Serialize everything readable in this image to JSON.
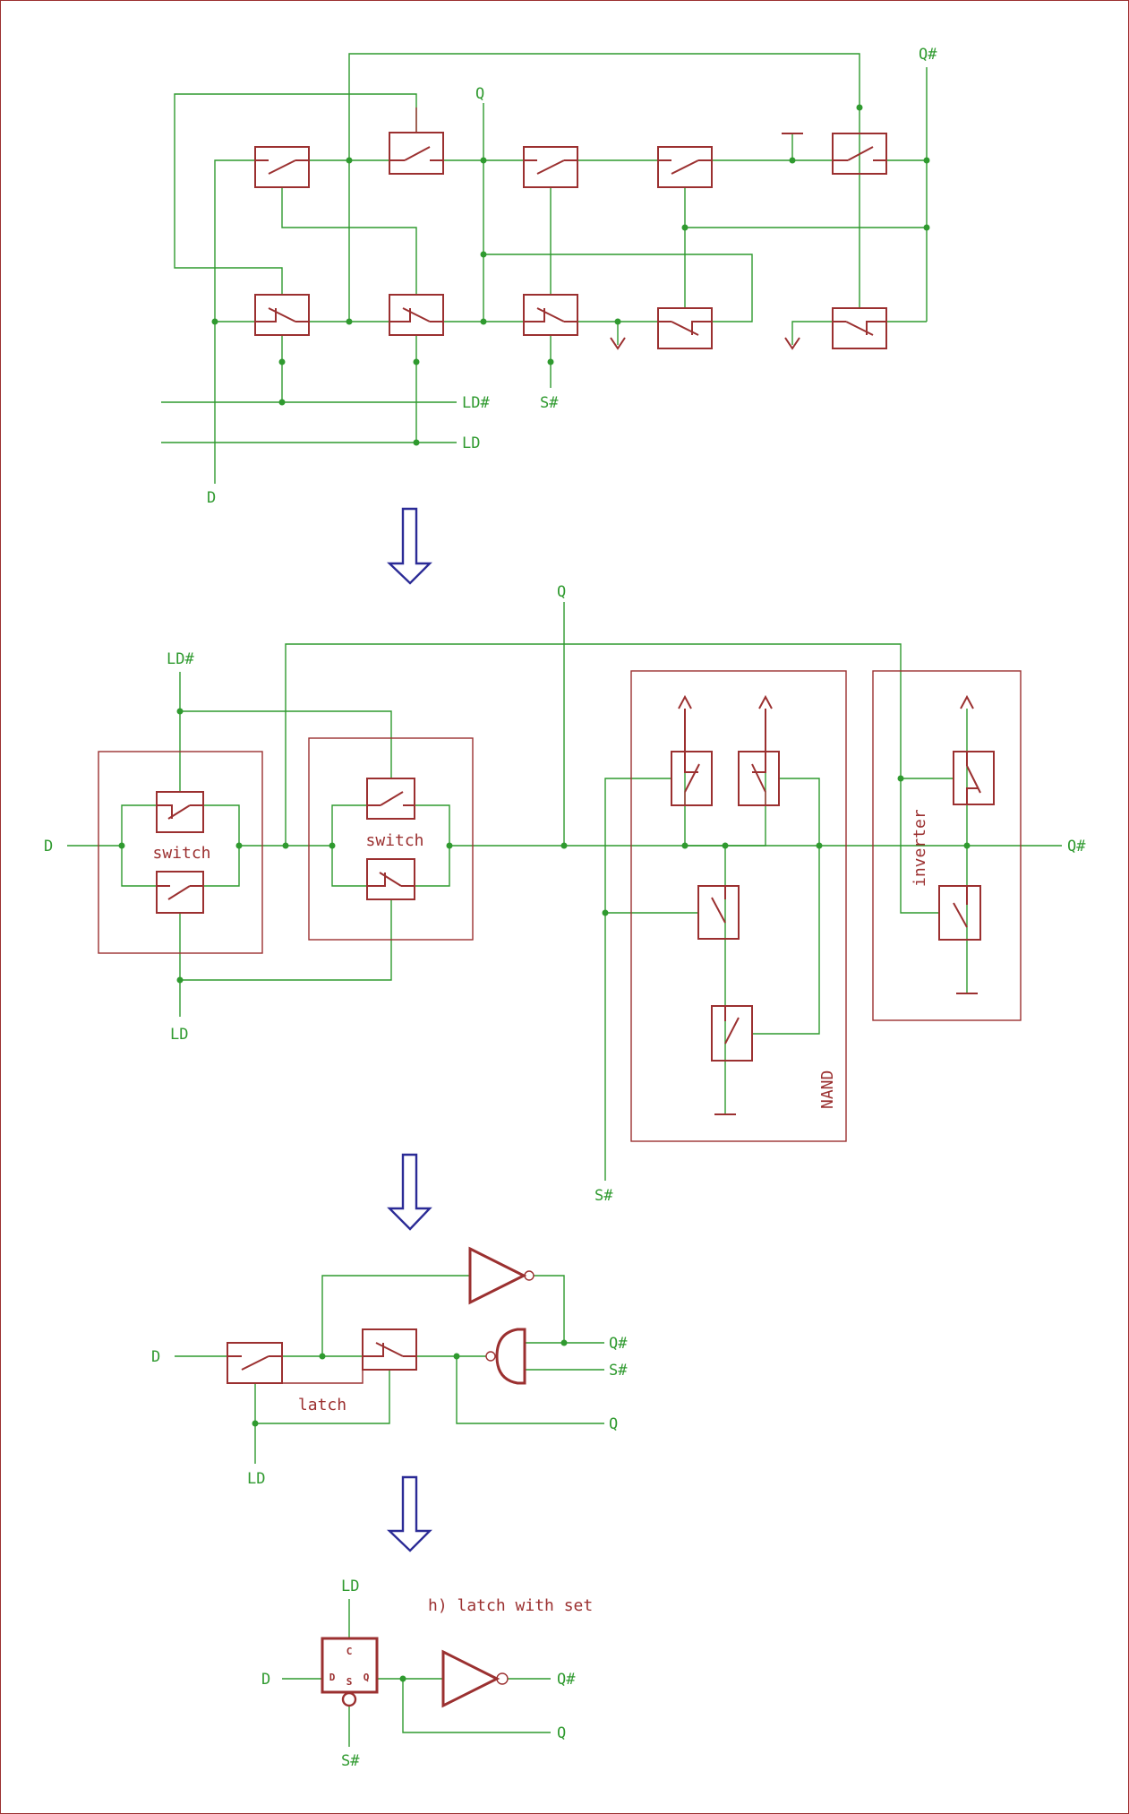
{
  "colors": {
    "wire": "#2f9a2f",
    "component": "#9b3030",
    "arrow": "#2b2b96",
    "background": "#ffffff"
  },
  "stage1": {
    "labels": {
      "q": "Q",
      "q_bar": "Q#",
      "ld_bar": "LD#",
      "s_bar": "S#",
      "ld": "LD",
      "d": "D"
    }
  },
  "stage2": {
    "labels": {
      "q": "Q",
      "ld_bar": "LD#",
      "d": "D",
      "ld": "LD",
      "s_bar": "S#",
      "q_bar": "Q#"
    },
    "blocks": {
      "switch1": "switch",
      "switch2": "switch",
      "nand": "NAND",
      "inverter": "inverter"
    }
  },
  "stage3": {
    "labels": {
      "d": "D",
      "ld": "LD",
      "q_bar": "Q#",
      "s_bar": "S#",
      "q": "Q"
    },
    "blocks": {
      "latch": "latch"
    }
  },
  "stage4": {
    "title": "h) latch with set",
    "labels": {
      "ld": "LD",
      "d": "D",
      "s_bar": "S#",
      "q_bar": "Q#",
      "q": "Q"
    },
    "latch_pins": {
      "clock": "C",
      "data": "D",
      "set": "S",
      "output": "Q"
    }
  },
  "arrows": [
    "down-arrow",
    "down-arrow",
    "down-arrow"
  ]
}
